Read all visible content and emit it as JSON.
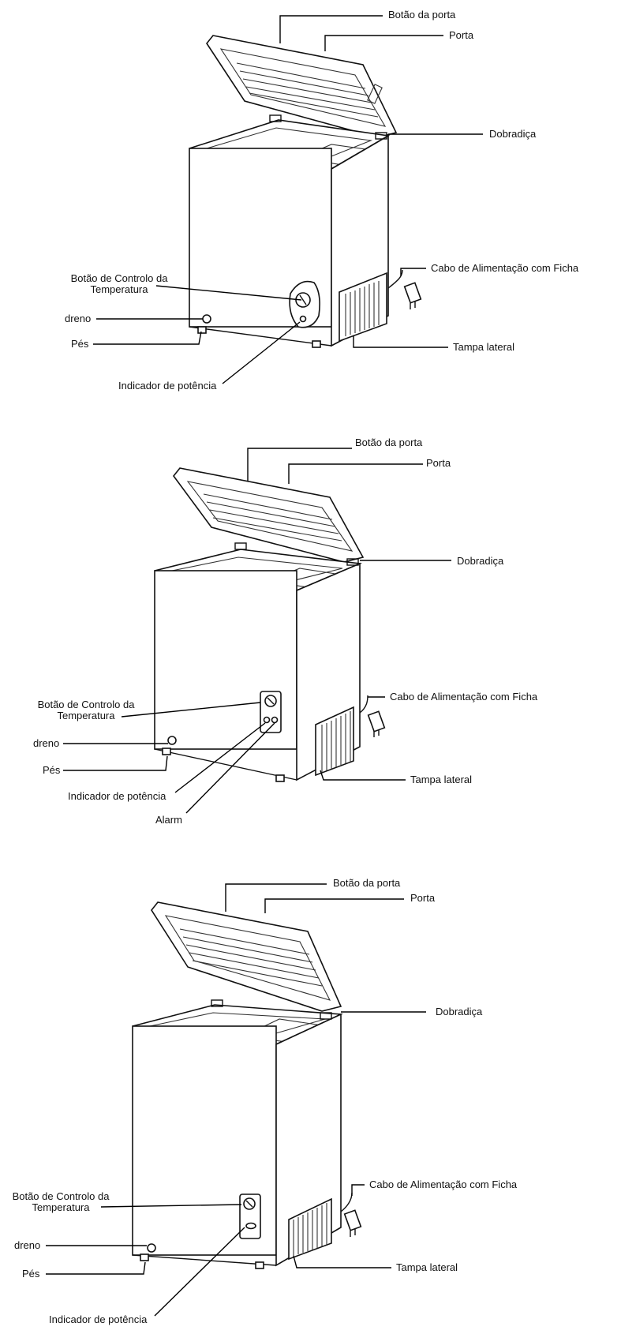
{
  "diagrams": [
    {
      "labels": {
        "door_button": "Botão da porta",
        "door": "Porta",
        "hinge": "Dobradiça",
        "power_cable": "Cabo de Alimentação com Ficha",
        "temp_knob_line1": "Botão de Controlo da",
        "temp_knob_line2": "Temperatura",
        "drain": "dreno",
        "feet": "Pés",
        "side_cover": "Tampa lateral",
        "power_indicator": "Indicador de potência"
      }
    },
    {
      "labels": {
        "door_button": "Botão da porta",
        "door": "Porta",
        "hinge": "Dobradiça",
        "power_cable": "Cabo de Alimentação com Ficha",
        "temp_knob_line1": "Botão de Controlo da",
        "temp_knob_line2": "Temperatura",
        "drain": "dreno",
        "feet": "Pés",
        "side_cover": "Tampa lateral",
        "power_indicator": "Indicador de potência",
        "alarm": "Alarm"
      }
    },
    {
      "labels": {
        "door_button": "Botão da porta",
        "door": "Porta",
        "hinge": "Dobradiça",
        "power_cable": "Cabo de Alimentação com Ficha",
        "temp_knob_line1": "Botão de Controlo da",
        "temp_knob_line2": "Temperatura",
        "drain": "dreno",
        "feet": "Pés",
        "side_cover": "Tampa lateral",
        "power_indicator": "Indicador de potência"
      }
    }
  ]
}
